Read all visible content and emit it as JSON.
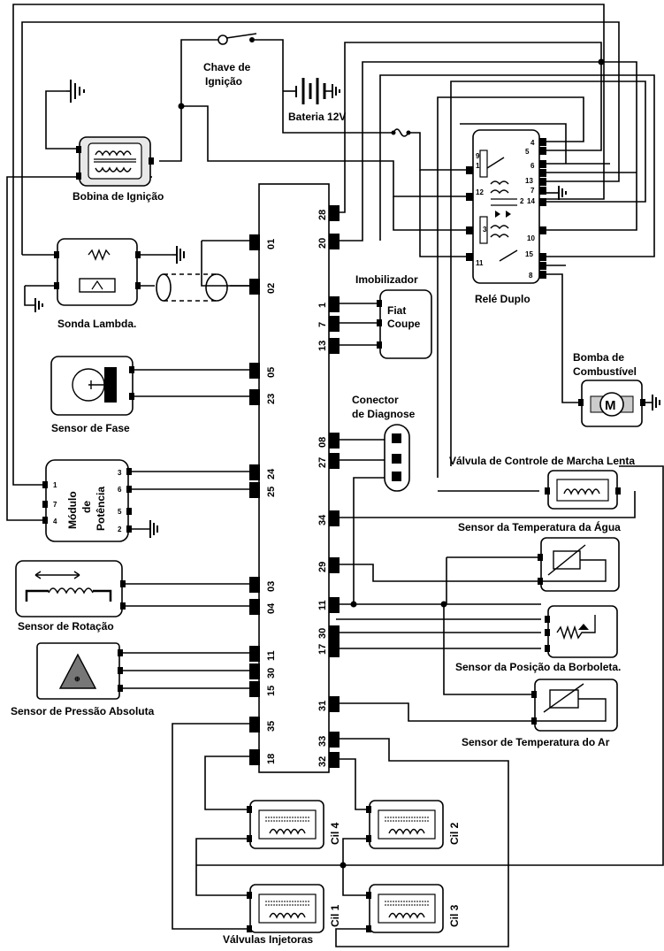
{
  "labels": {
    "ignition_switch": [
      "Chave de",
      "Ignição"
    ],
    "battery": "Bateria 12V",
    "ignition_coil": "Bobina de Ignição",
    "lambda_probe": "Sonda Lambda.",
    "phase_sensor": "Sensor de Fase",
    "power_module": [
      "Módulo",
      "de",
      "Potência"
    ],
    "rotation_sensor": "Sensor de Rotação",
    "pressure_sensor": "Sensor de Pressão Absoluta",
    "immobilizer": "Imobilizador",
    "fiat_coupe": [
      "Fiat",
      "Coupe"
    ],
    "diag_connector": [
      "Conector",
      "de Diagnose"
    ],
    "double_relay": "Relé Duplo",
    "fuel_pump": [
      "Bomba de",
      "Combustível"
    ],
    "idle_valve": "Válvula de Controle de Marcha Lenta",
    "water_temp_sensor": "Sensor da Temperatura da Água",
    "throttle_sensor": "Sensor da Posição da Borboleta.",
    "air_temp_sensor": "Sensor de Temperatura do Ar",
    "injectors": "Válvulas Injetoras",
    "cyl": [
      "Cil 1",
      "Cil 2",
      "Cil 3",
      "Cil 4"
    ]
  },
  "ecu_pins_left": [
    "01",
    "02",
    "05",
    "23",
    "24",
    "25",
    "03",
    "04",
    "11",
    "30",
    "15",
    "35",
    "18"
  ],
  "ecu_pins_right": [
    "28",
    "20",
    "1",
    "7",
    "13",
    "08",
    "27",
    "34",
    "29",
    "11",
    "30",
    "17",
    "31",
    "33",
    "32"
  ],
  "power_module_pins": [
    "1",
    "7",
    "4",
    "3",
    "6",
    "5",
    "2"
  ],
  "relay_pins": [
    "9",
    "1",
    "4",
    "5",
    "6",
    "13",
    "12",
    "2",
    "14",
    "7",
    "3",
    "10",
    "11",
    "15",
    "8"
  ]
}
